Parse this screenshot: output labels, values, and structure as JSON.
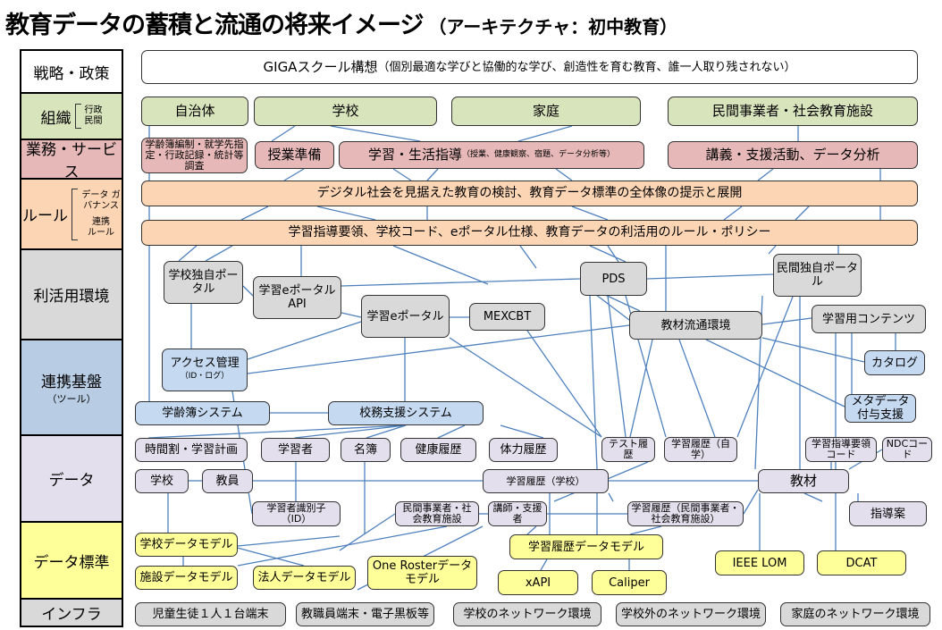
{
  "title": {
    "main": "教育データの蓄積と流通の将来イメージ",
    "sub": "（アーキテクチャ：初中教育）"
  },
  "layers": [
    {
      "id": "strategy",
      "label": "戦略・政策",
      "color": "#ffffff"
    },
    {
      "id": "org",
      "label": "組織",
      "color": "#d8e4bc",
      "brace": [
        "行政",
        "民間"
      ]
    },
    {
      "id": "service",
      "label": "業務・サービス",
      "color": "#e6b9b8"
    },
    {
      "id": "rule",
      "label": "ルール",
      "color": "#fcd5b4",
      "brace": [
        "データ ガバナンス",
        "連携 ルール"
      ]
    },
    {
      "id": "env",
      "label": "利活用環境",
      "color": "#d9d9d9"
    },
    {
      "id": "platform",
      "label": "連携基盤",
      "sub": "（ツール）",
      "color": "#b8cce4"
    },
    {
      "id": "data",
      "label": "データ",
      "color": "#e4dfec"
    },
    {
      "id": "standard",
      "label": "データ標準",
      "color": "#ffff99"
    },
    {
      "id": "infra",
      "label": "インフラ",
      "color": "#d9d9d9"
    }
  ],
  "nodes": {
    "giga": {
      "label": "GIGAスクール構想",
      "note": "（個別最適な学びと協働的な学び、創造性を育む教育、誰一人取り残されない）"
    },
    "jichitai": {
      "label": "自治体"
    },
    "gakko_org": {
      "label": "学校"
    },
    "katei": {
      "label": "家庭"
    },
    "minkan_org": {
      "label": "民間事業者・社会教育施設"
    },
    "gakurei_gyomu": {
      "label": "学齢簿編制・就学先指定・行政記録・統計等調査"
    },
    "jugyo_junbi": {
      "label": "授業準備"
    },
    "gakushu_seikatsu": {
      "label": "学習・生活指導",
      "note": "（授業、健康観察、宿題、データ分析等）"
    },
    "kogi": {
      "label": "講義・支援活動、データ分析"
    },
    "rule1": {
      "label": "デジタル社会を見据えた教育の検討、教育データ標準の全体像の提示と展開"
    },
    "rule2": {
      "label": "学習指導要領、学校コード、eポータル仕様、教育データの利活用のルール・ポリシー"
    },
    "gakko_portal": {
      "label": "学校独自ポータル"
    },
    "eportal_api": {
      "label": "学習eポータルAPI"
    },
    "eportal": {
      "label": "学習eポータル"
    },
    "mexcbt": {
      "label": "MEXCBT"
    },
    "pds": {
      "label": "PDS"
    },
    "kyozai_ryutsu": {
      "label": "教材流通環境"
    },
    "minkan_portal": {
      "label": "民間独自ポータル"
    },
    "contents": {
      "label": "学習用コンテンツ"
    },
    "access": {
      "label": "アクセス管理",
      "note": "（ID・ログ）"
    },
    "catalog": {
      "label": "カタログ"
    },
    "meta": {
      "label": "メタデータ付与支援"
    },
    "gakureibo_sys": {
      "label": "学齢簿システム"
    },
    "komu_sys": {
      "label": "校務支援システム"
    },
    "jikanwari": {
      "label": "時間割・学習計画"
    },
    "gakushusha": {
      "label": "学習者"
    },
    "meibo": {
      "label": "名簿"
    },
    "kenko": {
      "label": "健康履歴"
    },
    "tairyoku": {
      "label": "体力履歴"
    },
    "test": {
      "label": "テスト履歴"
    },
    "rireki_jigaku": {
      "label": "学習履歴（自学）"
    },
    "shido_code": {
      "label": "学習指導要領コード"
    },
    "ndc": {
      "label": "NDCコード"
    },
    "gakko_data": {
      "label": "学校"
    },
    "kyoin": {
      "label": "教員"
    },
    "rireki_gakko": {
      "label": "学習履歴（学校）"
    },
    "kyozai": {
      "label": "教材"
    },
    "shikibetsu": {
      "label": "学習者識別子（ID）"
    },
    "minkan_data": {
      "label": "民間事業者・社会教育施設"
    },
    "koshi": {
      "label": "講師・支援者"
    },
    "rireki_minkan": {
      "label": "学習履歴（民間事業者・社会教育施設）"
    },
    "shidoan": {
      "label": "指導案"
    },
    "gakko_model": {
      "label": "学校データモデル"
    },
    "shisetsu_model": {
      "label": "施設データモデル"
    },
    "hojin_model": {
      "label": "法人データモデル"
    },
    "oneroster": {
      "label": "One Rosterデータモデル"
    },
    "rireki_model": {
      "label": "学習履歴データモデル"
    },
    "xapi": {
      "label": "xAPI"
    },
    "caliper": {
      "label": "Caliper"
    },
    "ieee_lom": {
      "label": "IEEE LOM"
    },
    "dcat": {
      "label": "DCAT"
    },
    "infra1": {
      "label": "児童生徒１人１台端末"
    },
    "infra2": {
      "label": "教職員端末・電子黒板等"
    },
    "infra3": {
      "label": "学校のネットワーク環境"
    },
    "infra4": {
      "label": "学校外のネットワーク環境"
    },
    "infra5": {
      "label": "家庭のネットワーク環境"
    }
  },
  "colors": {
    "link": "#4f81bd"
  }
}
